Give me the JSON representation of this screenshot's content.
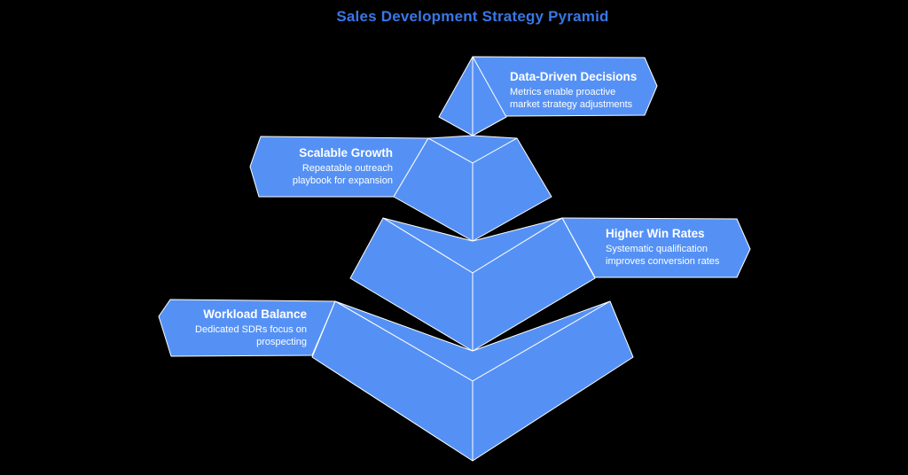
{
  "title": "Sales Development Strategy Pyramid",
  "colors": {
    "background": "#000000",
    "pyramid_fill": "#5591F5",
    "edge_stroke": "#FFFFFF",
    "title_color": "#3877E8",
    "callout_text_color": "#FFFFFF"
  },
  "callouts": [
    {
      "title": "Data-Driven Decisions",
      "side": "right",
      "desc": [
        "Metrics enable proactive",
        "market strategy adjustments"
      ]
    },
    {
      "title": "Scalable Growth",
      "side": "left",
      "desc": [
        "Repeatable outreach",
        "playbook for expansion"
      ]
    },
    {
      "title": "Higher Win Rates",
      "side": "right",
      "desc": [
        "Systematic qualification",
        "improves conversion rates"
      ]
    },
    {
      "title": "Workload Balance",
      "side": "left",
      "desc": [
        "Dedicated SDRs focus on",
        "prospecting"
      ]
    }
  ]
}
